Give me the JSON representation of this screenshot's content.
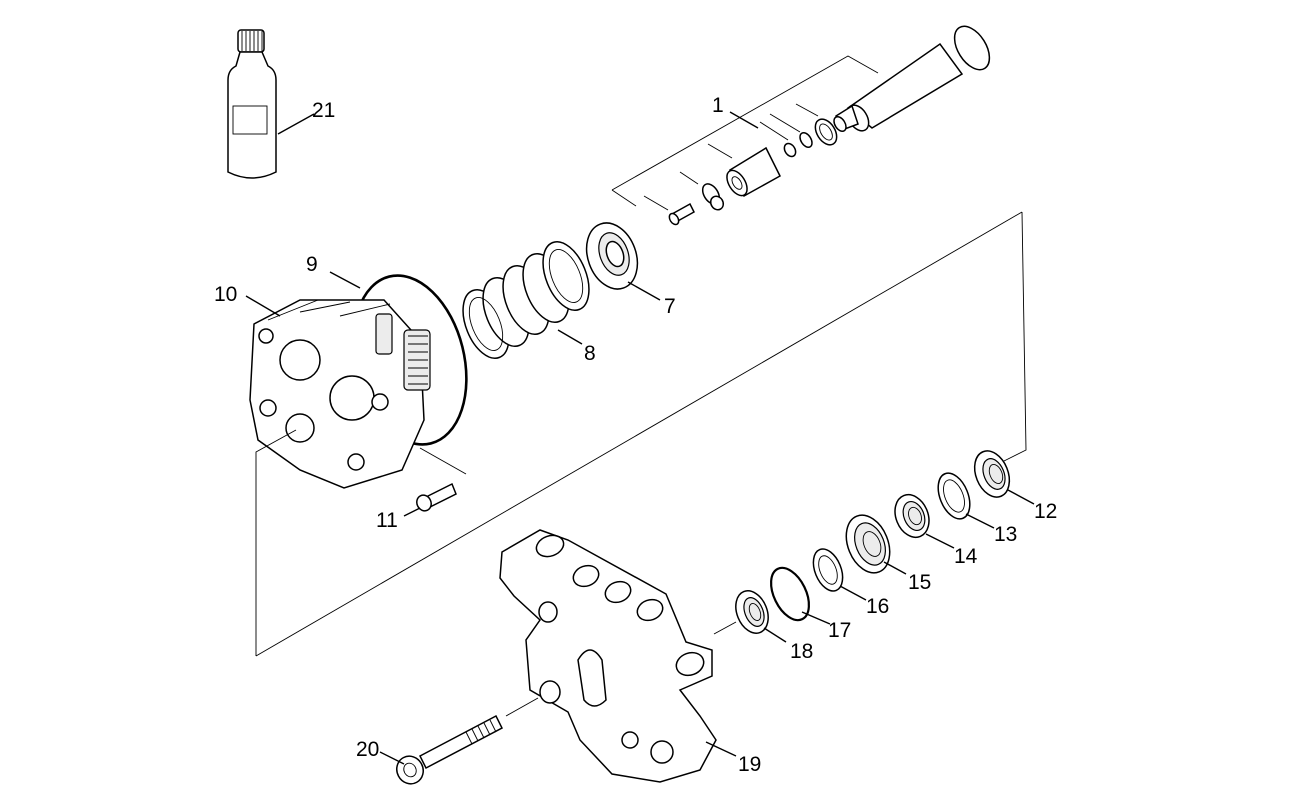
{
  "diagram": {
    "callouts": {
      "c1": "1",
      "c7": "7",
      "c8": "8",
      "c9": "9",
      "c10": "10",
      "c11": "11",
      "c12": "12",
      "c13": "13",
      "c14": "14",
      "c15": "15",
      "c16": "16",
      "c17": "17",
      "c18": "18",
      "c19": "19",
      "c20": "20",
      "c21": "21"
    }
  }
}
